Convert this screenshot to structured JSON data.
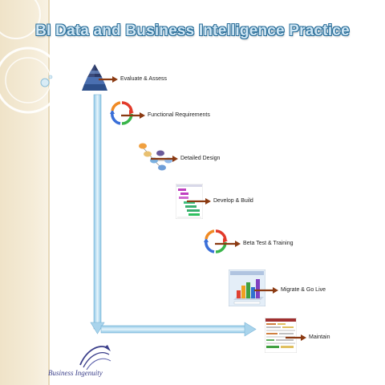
{
  "title": "BI Data and Business Intelligence Practice",
  "steps": [
    {
      "label": "Evaluate & Assess",
      "icon": "pyramid-icon"
    },
    {
      "label": "Functional Requirements",
      "icon": "cycle-arrows-icon"
    },
    {
      "label": "Detailed Design",
      "icon": "org-chart-icon"
    },
    {
      "label": "Develop & Build",
      "icon": "gantt-chart-icon"
    },
    {
      "label": "Beta Test & Training",
      "icon": "cycle-arrows-icon"
    },
    {
      "label": "Migrate & Go Live",
      "icon": "3d-bar-chart-icon"
    },
    {
      "label": "Maintain",
      "icon": "spreadsheet-icon"
    }
  ],
  "logo": {
    "text": "Business Ingenuity"
  },
  "colors": {
    "title_fill": "#cfe6f4",
    "title_outline": "#2b6f9a",
    "arrow": "#8b3a12",
    "flow_bar": "#b9dcf0",
    "band": "#efe3c8"
  }
}
